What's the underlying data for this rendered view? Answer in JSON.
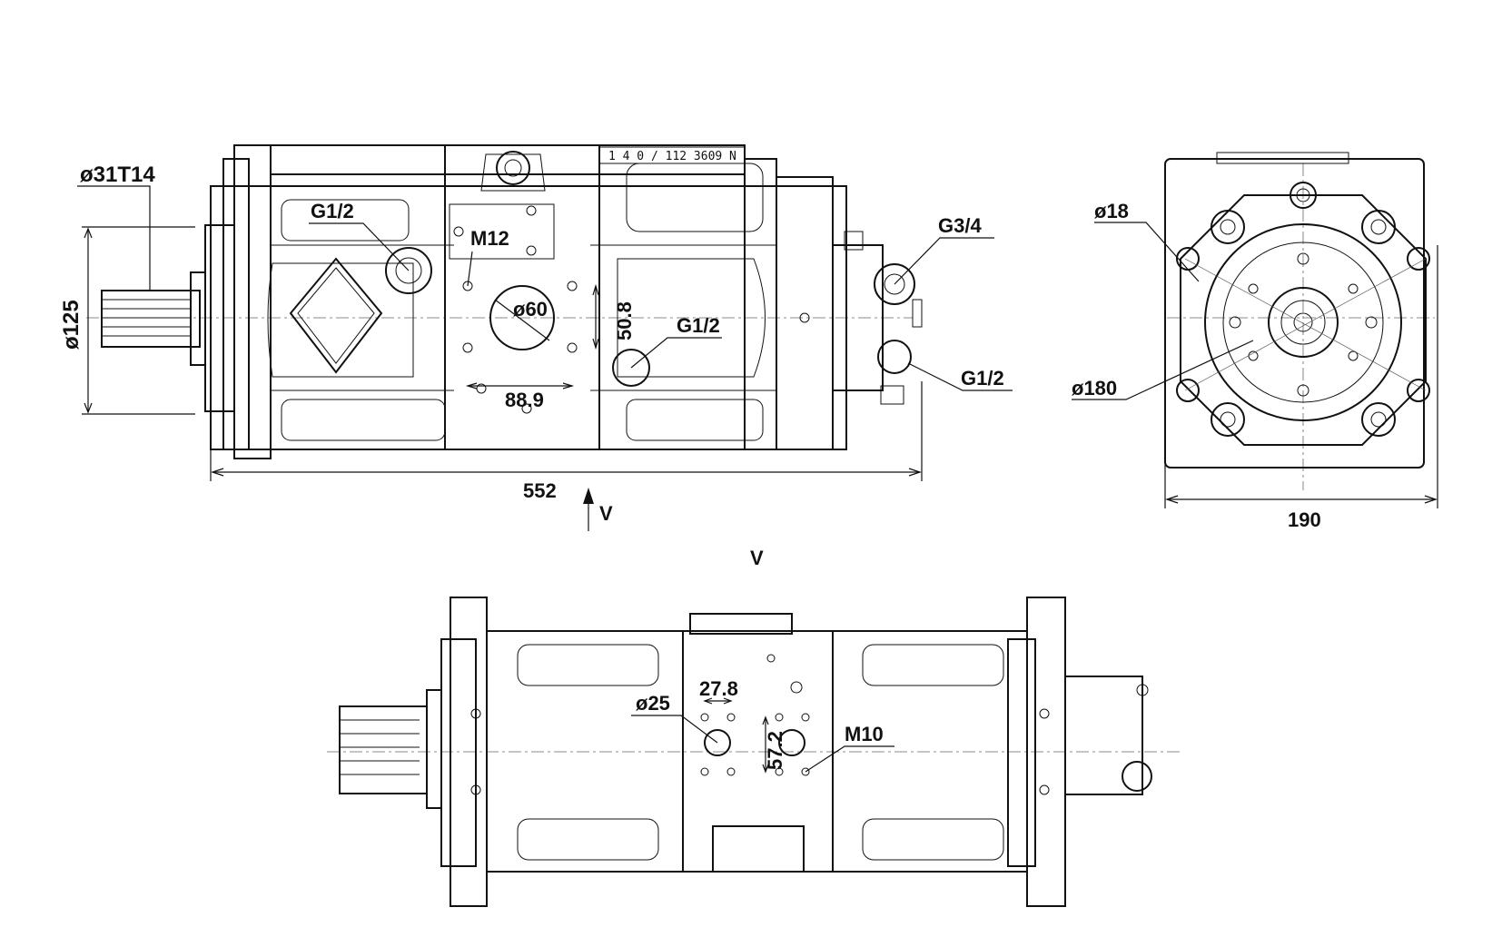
{
  "labels": {
    "shaft_spline": "ø31T14",
    "shaft_diameter": "ø125",
    "port_g12_left": "G1/2",
    "thread_m12": "M12",
    "port_diameter_60": "ø60",
    "bolt_spacing_50_8": "50.8",
    "bolt_spacing_88_9": "88.9",
    "port_g12_center": "G1/2",
    "port_g34": "G3/4",
    "port_g12_right": "G1/2",
    "overall_length": "552",
    "view_arrow": "V",
    "hole_diameter_18": "ø18",
    "flange_diameter_180": "ø180",
    "overall_width": "190",
    "view_title": "V",
    "port_diameter_25": "ø25",
    "bolt_spacing_27_8": "27.8",
    "bolt_spacing_57_2": "57.2",
    "thread_m10": "M10"
  },
  "plate_text": "1 4 0 / 112 3609 N"
}
